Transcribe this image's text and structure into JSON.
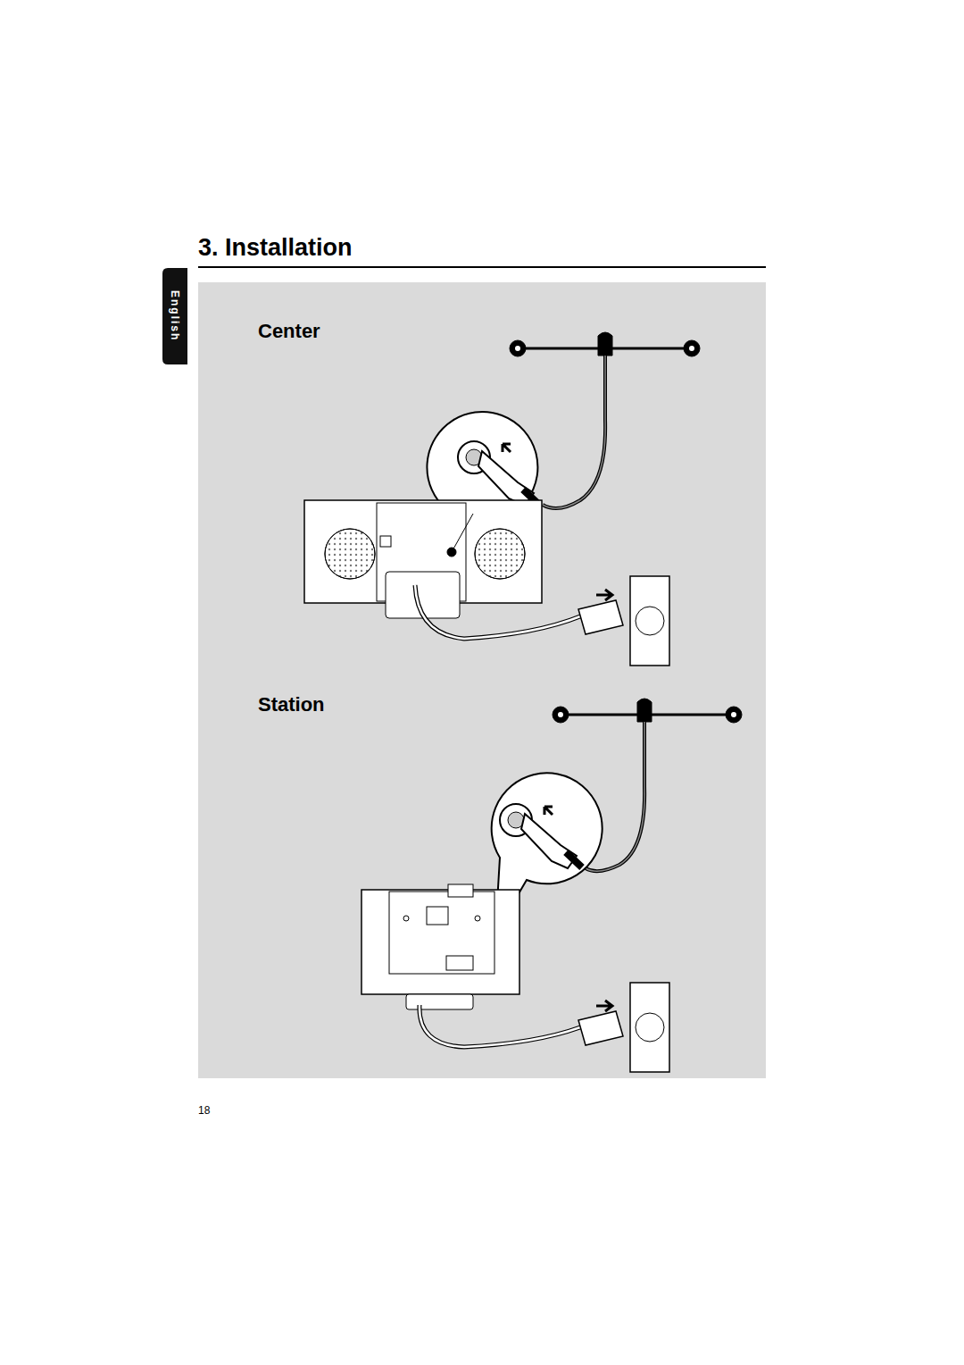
{
  "diagram": {
    "title": "3. Installation",
    "labels": [
      "English",
      "Center",
      "Station",
      "18"
    ]
  }
}
